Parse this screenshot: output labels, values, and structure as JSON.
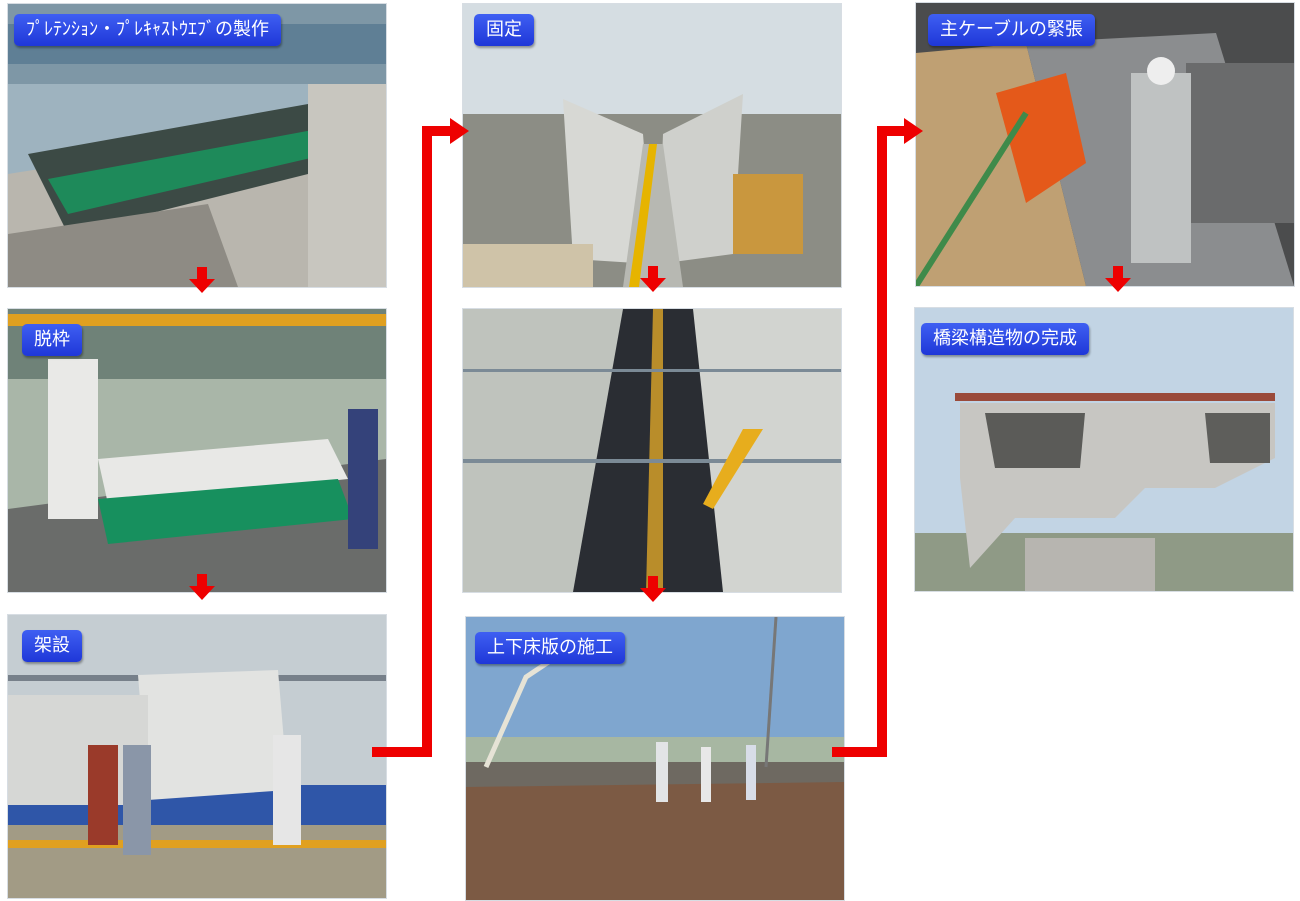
{
  "steps": [
    {
      "label": "ﾌﾟﾚﾃﾝｼｮﾝ・ﾌﾟﾚｷｬｽﾄｳｴﾌﾞの製作",
      "scene": "factory"
    },
    {
      "label": "脱枠",
      "scene": "demold"
    },
    {
      "label": "架設",
      "scene": "erection"
    },
    {
      "label": "固定",
      "scene": "fixing"
    },
    {
      "label": "",
      "scene": "rebar-channel"
    },
    {
      "label": "上下床版の施工",
      "scene": "deck"
    },
    {
      "label": "主ケーブルの緊張",
      "scene": "tensioning"
    },
    {
      "label": "橋梁構造物の完成",
      "scene": "completed"
    }
  ],
  "colors": {
    "label_bg": "#2a44e6",
    "arrow": "#ee0000"
  }
}
